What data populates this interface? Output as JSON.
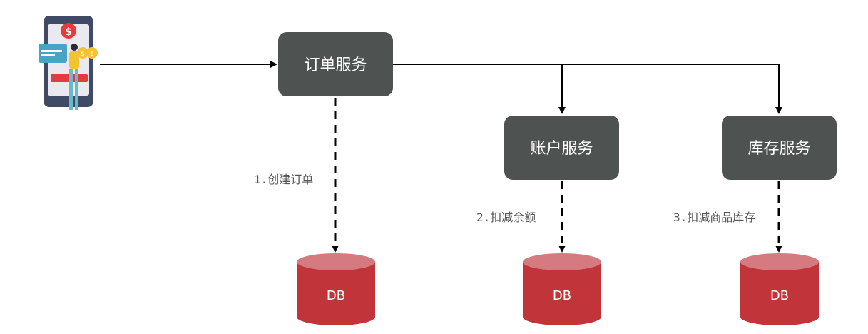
{
  "services": {
    "order": "订单服务",
    "account": "账户服务",
    "inventory": "库存服务"
  },
  "steps": {
    "create_order": "1.创建订单",
    "deduct_balance": "2.扣减余额",
    "deduct_inventory": "3.扣减商品库存"
  },
  "databases": {
    "order_db": "DB",
    "account_db": "DB",
    "inventory_db": "DB"
  },
  "colors": {
    "service_box": "#4e5251",
    "db_body": "#c0343a",
    "db_top": "#d57a7e",
    "arrow": "#000000"
  },
  "icons": {
    "client": "mobile-payment-icon"
  }
}
